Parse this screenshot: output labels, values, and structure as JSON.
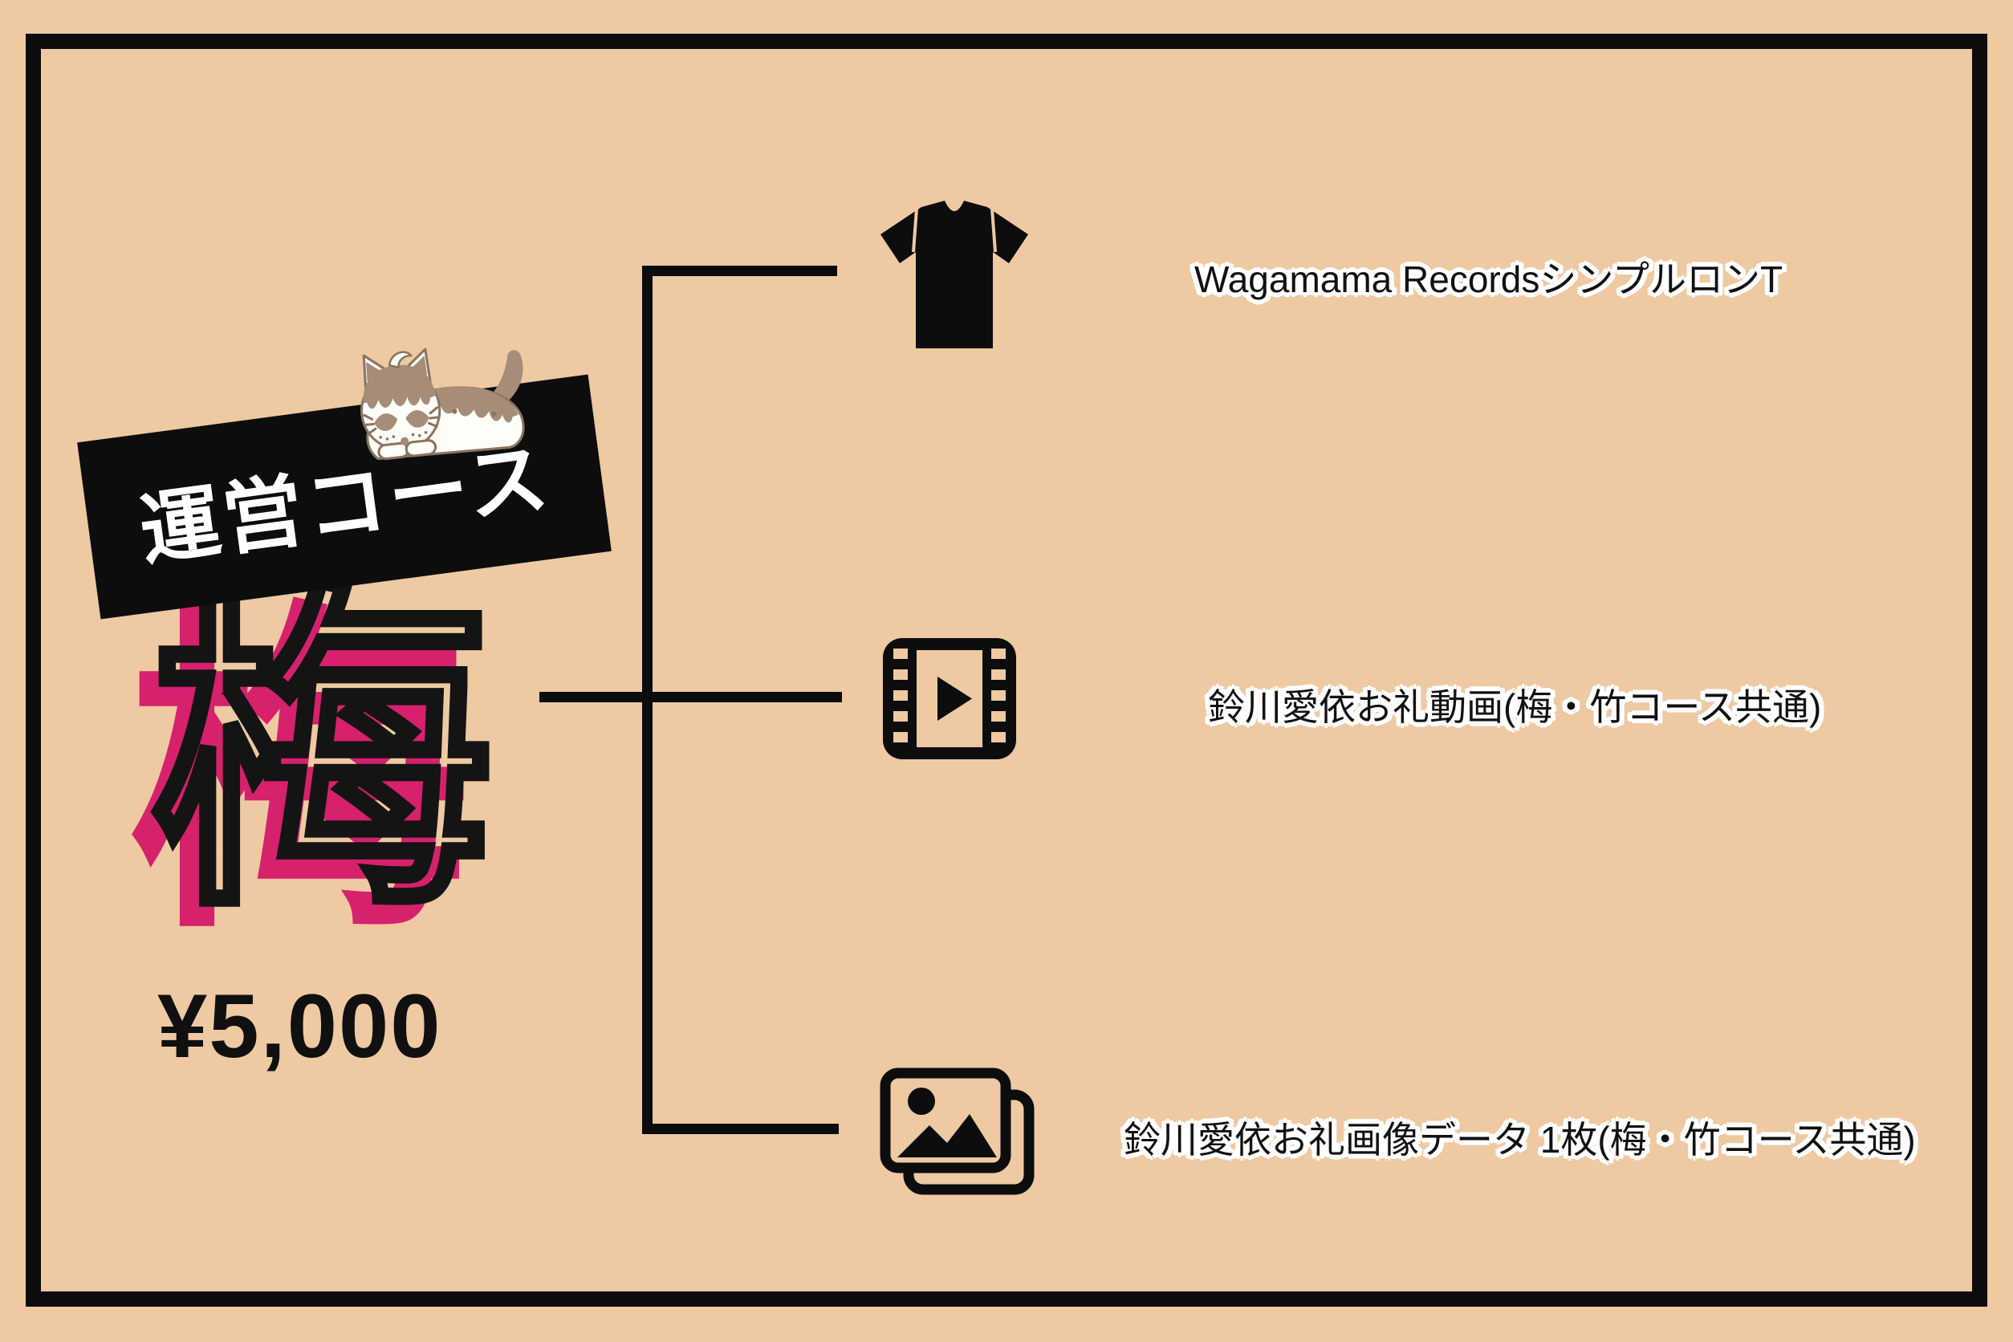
{
  "page": {
    "background_color": "#eec9a2",
    "frame_color": "#0c0c0c"
  },
  "badge": {
    "label": "運営コース",
    "background_color": "#0d0d0d",
    "text_color": "#ffffff"
  },
  "course": {
    "name": "梅",
    "name_color": "#d6216d",
    "price": "¥5,000"
  },
  "items": [
    {
      "icon": "tshirt-icon",
      "label": "Wagamama RecordsシンプルロンT"
    },
    {
      "icon": "film-icon",
      "label": "鈴川愛依お礼動画(梅・竹コース共通)"
    },
    {
      "icon": "images-icon",
      "label": "鈴川愛依お礼画像データ 1枚(梅・竹コース共通)"
    }
  ],
  "mascot": {
    "name": "cat-mascot"
  }
}
